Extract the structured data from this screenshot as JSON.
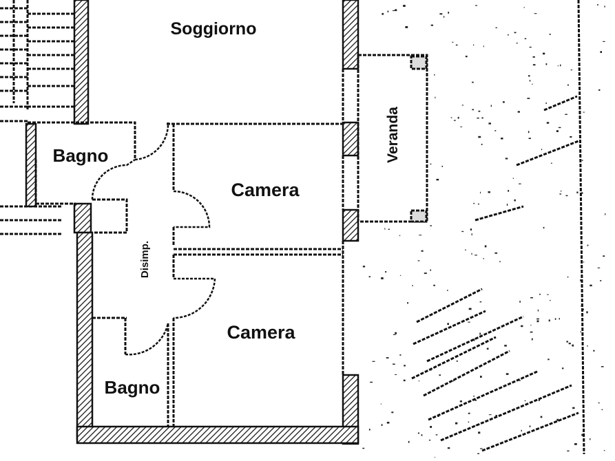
{
  "rooms": {
    "soggiorno": "Soggiorno",
    "bagno_upper": "Bagno",
    "camera_upper": "Camera",
    "veranda": "Veranda",
    "disimpegno": "Disimp.",
    "camera_lower": "Camera",
    "bagno_lower": "Bagno"
  },
  "colors": {
    "ink": "#111111",
    "paper": "#ffffff"
  }
}
